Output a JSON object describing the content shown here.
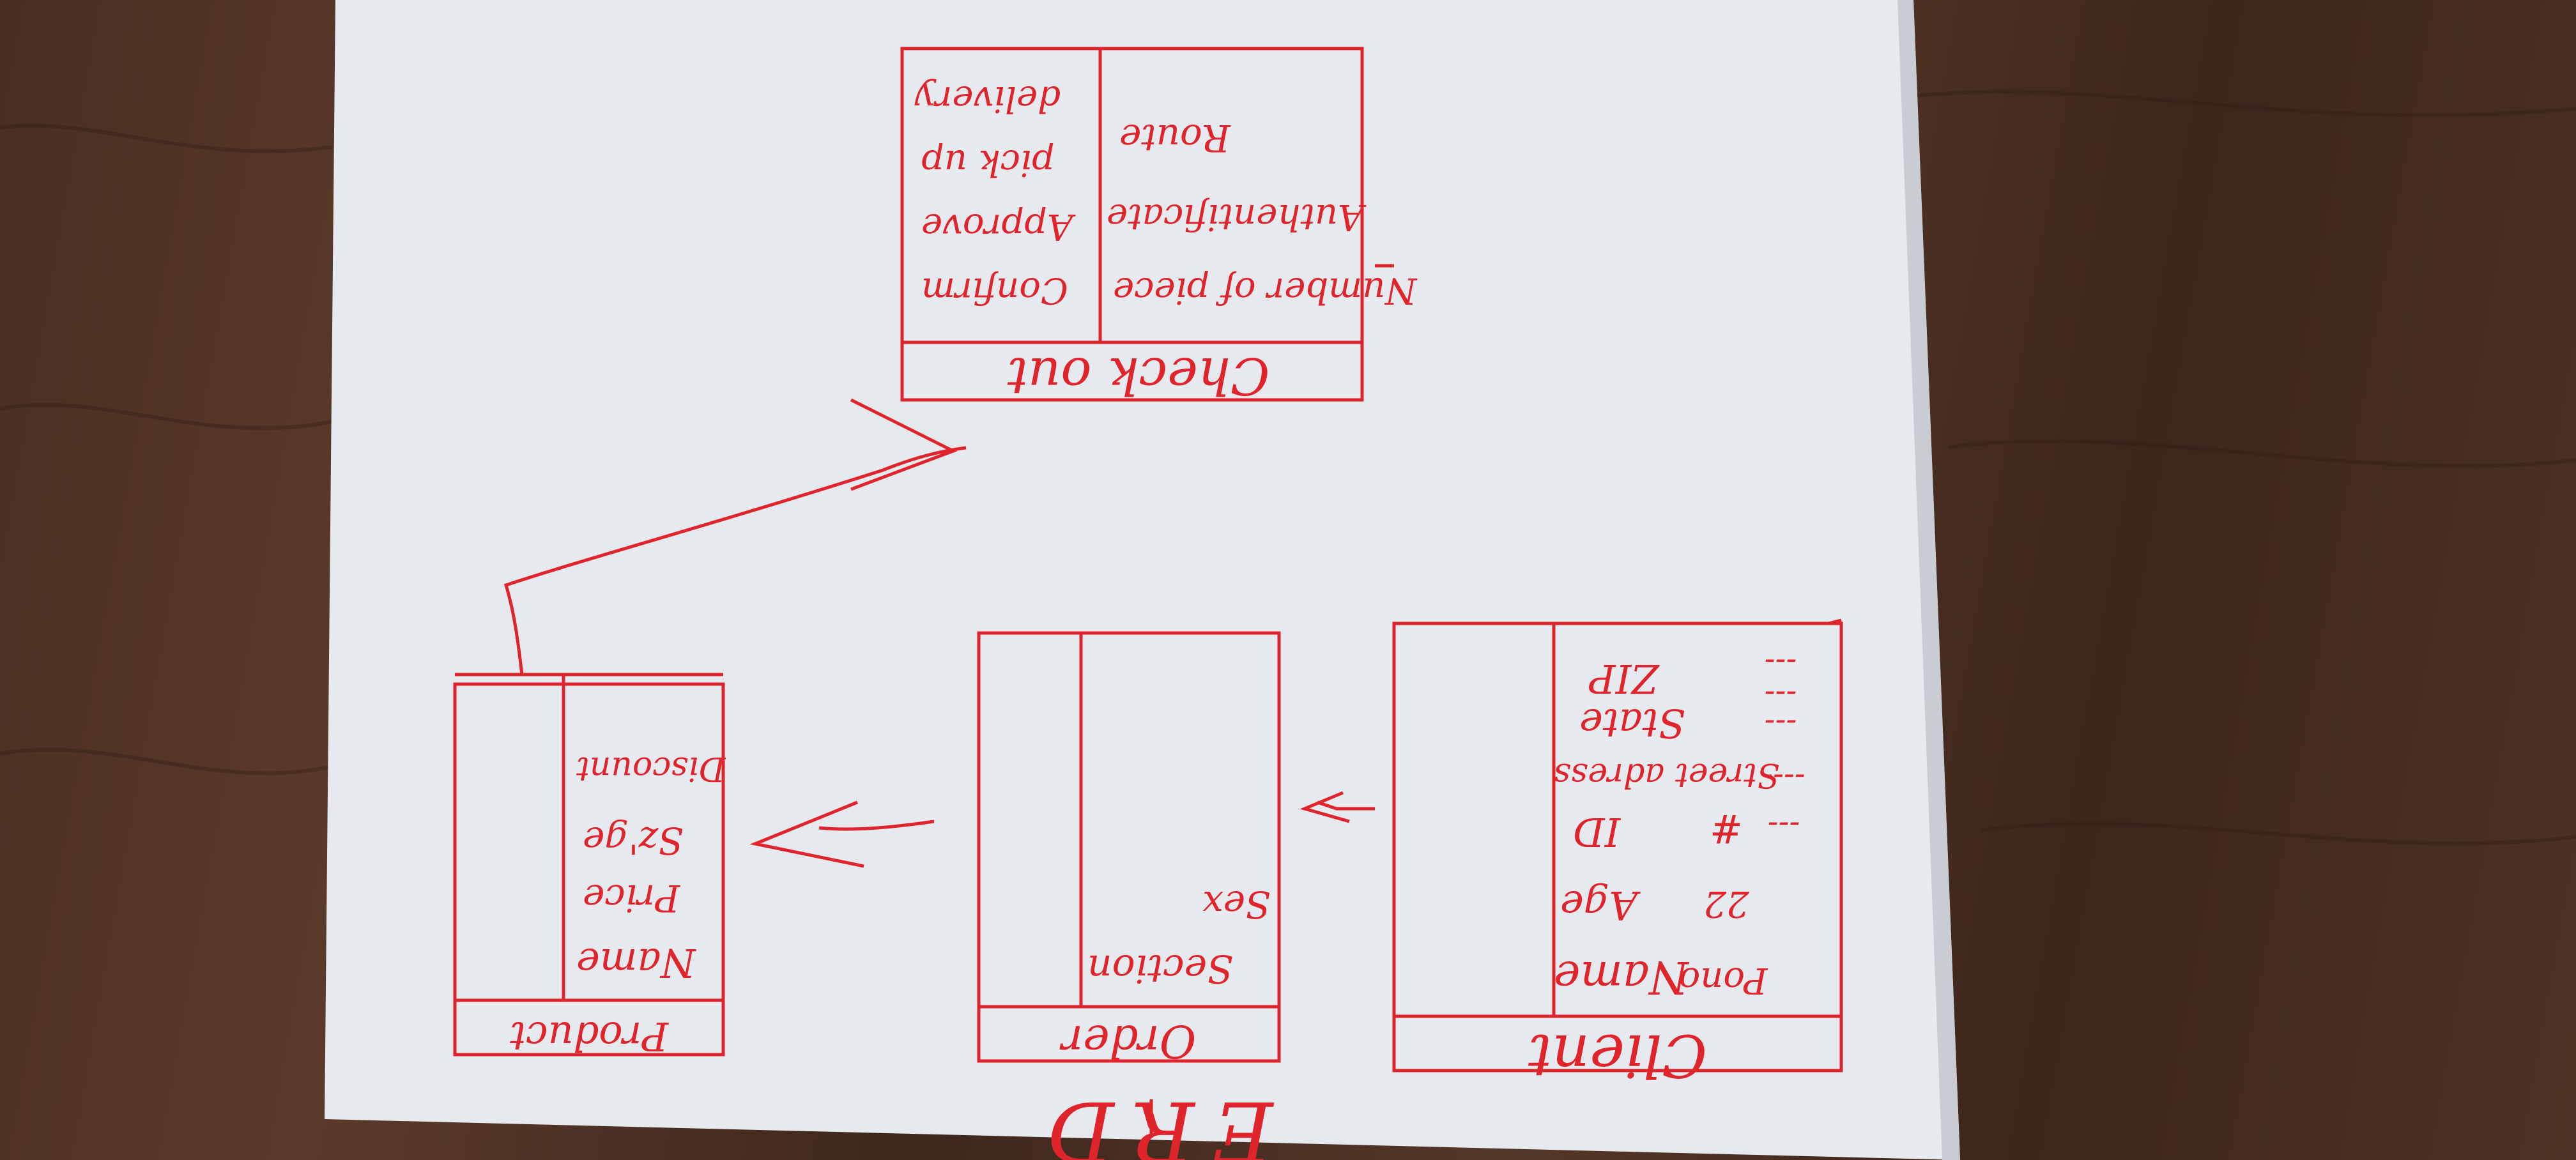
{
  "photo": {
    "table_color": "#4f3326",
    "paper_color": "#e6e9ee",
    "ink_color": "#e0242c"
  },
  "title": "ERD",
  "entities": {
    "client": {
      "header": "Client",
      "left_column": [
        "Name",
        "Age",
        "ID",
        "Street adress",
        "State",
        "ZIP"
      ],
      "middle_column": [
        "Pono",
        "22",
        "#"
      ],
      "right_dashes": [
        "---",
        "----",
        "---",
        "---",
        "---"
      ]
    },
    "order": {
      "header": "Order",
      "left_column": [
        "Section",
        "Sex"
      ],
      "right_column": []
    },
    "product": {
      "header": "Product",
      "left_column": [
        "Name",
        "Price",
        "Sz'ge",
        "Discount"
      ]
    },
    "checkout": {
      "header": "Check out",
      "left_column": [
        "Number of piece",
        "Authentificate",
        "Route"
      ],
      "right_column": [
        "Confirm",
        "Approve",
        "pick up",
        "delivery"
      ]
    }
  }
}
